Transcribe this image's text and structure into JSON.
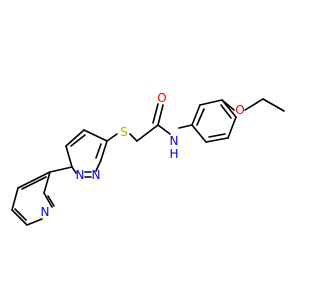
{
  "molecule": {
    "atoms": {
      "S": "S",
      "O_carbonyl": "O",
      "N_amide": "N",
      "H_amide": "H",
      "O_ether": "O",
      "N_pyridazine_1": "N",
      "N_pyridazine_2": "N",
      "N_pyridine": "N"
    },
    "colors": {
      "bond": "#000000",
      "S": "#b8b800",
      "O": "#ff0000",
      "N": "#0000ff"
    }
  }
}
